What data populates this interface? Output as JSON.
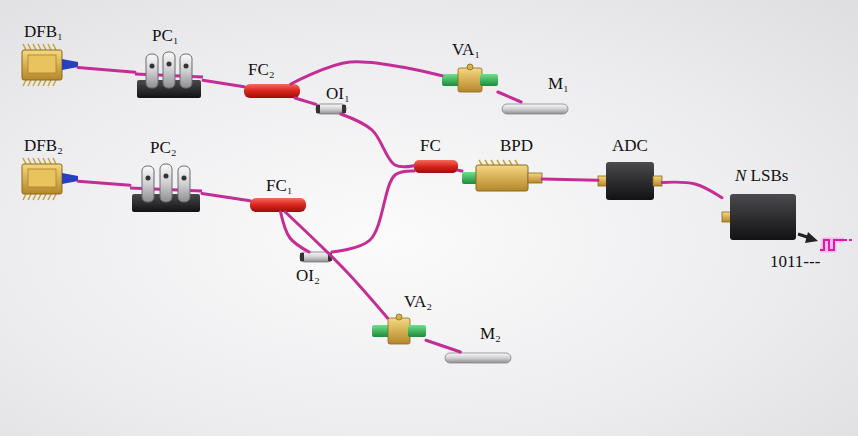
{
  "diagram": {
    "nodes": [
      {
        "text": [
          "DFB₁"
        ]
      },
      {
        "text": [
          "PC₁"
        ]
      },
      {
        "text": [
          "FC₂"
        ]
      },
      {
        "text": [
          "VA₁"
        ]
      },
      {
        "text": [
          "M₁"
        ]
      },
      {
        "text": [
          "OI₁"
        ]
      },
      {
        "text": [
          "DFB₂"
        ]
      },
      {
        "text": [
          "PC₂"
        ]
      },
      {
        "text": [
          "FC₁"
        ]
      },
      {
        "text": [
          "OI₂"
        ]
      },
      {
        "text": [
          "VA₂"
        ]
      },
      {
        "text": [
          "M₂"
        ]
      },
      {
        "text": [
          "FC"
        ]
      },
      {
        "text": [
          "BPD"
        ]
      },
      {
        "text": [
          "ADC"
        ]
      },
      {
        "text": [
          "N LSBs"
        ]
      }
    ],
    "edges": [
      {
        "from": 0,
        "to": 1,
        "arrow": "none"
      },
      {
        "from": 1,
        "to": 2,
        "arrow": "none"
      },
      {
        "from": 2,
        "to": 3,
        "arrow": "none"
      },
      {
        "from": 3,
        "to": 4,
        "arrow": "none"
      },
      {
        "from": 2,
        "to": 5,
        "arrow": "none"
      },
      {
        "from": 5,
        "to": 12,
        "arrow": "none"
      },
      {
        "from": 6,
        "to": 7,
        "arrow": "none"
      },
      {
        "from": 7,
        "to": 8,
        "arrow": "none"
      },
      {
        "from": 8,
        "to": 10,
        "arrow": "none"
      },
      {
        "from": 10,
        "to": 11,
        "arrow": "none"
      },
      {
        "from": 8,
        "to": 9,
        "arrow": "none"
      },
      {
        "from": 9,
        "to": 12,
        "arrow": "none"
      },
      {
        "from": 12,
        "to": 13,
        "arrow": "none"
      },
      {
        "from": 13,
        "to": 14,
        "arrow": "none"
      },
      {
        "from": 14,
        "to": 15,
        "arrow": "none"
      }
    ],
    "labels": [
      "1011---"
    ]
  }
}
